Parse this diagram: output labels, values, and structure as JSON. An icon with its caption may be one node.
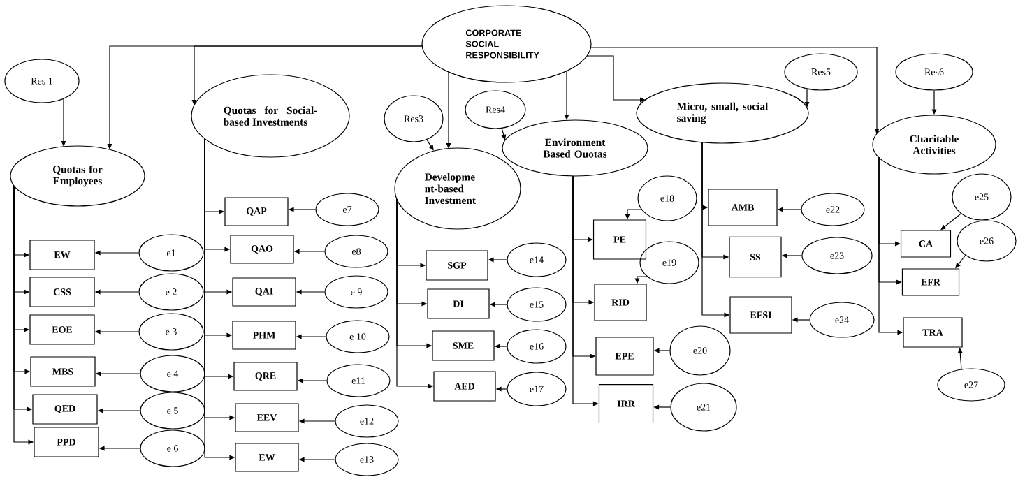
{
  "diagram": {
    "nodes": [
      {
        "text": [
          "CORPORATE SOCIAL RESPONSIBILITY"
        ]
      },
      {
        "text": [
          "Res 1"
        ]
      },
      {
        "text": [
          "Quotas for Employees"
        ]
      },
      {
        "text": [
          "Quotas for Social-based Investments"
        ]
      },
      {
        "text": [
          "Res3"
        ]
      },
      {
        "text": [
          "Res4"
        ]
      },
      {
        "text": [
          "Developme nt-based Investment"
        ]
      },
      {
        "text": [
          "Environment Based Ouotas"
        ]
      },
      {
        "text": [
          "Micro, small, social saving"
        ]
      },
      {
        "text": [
          "Res5"
        ]
      },
      {
        "text": [
          "Res6"
        ]
      },
      {
        "text": [
          "Charitable Activities"
        ]
      },
      {
        "text": [
          "EW"
        ]
      },
      {
        "text": [
          "e1"
        ]
      },
      {
        "text": [
          "CSS"
        ]
      },
      {
        "text": [
          "e 2"
        ]
      },
      {
        "text": [
          "EOE"
        ]
      },
      {
        "text": [
          "e 3"
        ]
      },
      {
        "text": [
          "MBS"
        ]
      },
      {
        "text": [
          "e 4"
        ]
      },
      {
        "text": [
          "QED"
        ]
      },
      {
        "text": [
          "e 5"
        ]
      },
      {
        "text": [
          "PPD"
        ]
      },
      {
        "text": [
          "e 6"
        ]
      },
      {
        "text": [
          "QAP"
        ]
      },
      {
        "text": [
          "e7"
        ]
      },
      {
        "text": [
          "QAO"
        ]
      },
      {
        "text": [
          "e8"
        ]
      },
      {
        "text": [
          "QAI"
        ]
      },
      {
        "text": [
          "e 9"
        ]
      },
      {
        "text": [
          "PHM"
        ]
      },
      {
        "text": [
          "e 10"
        ]
      },
      {
        "text": [
          "QRE"
        ]
      },
      {
        "text": [
          "e11"
        ]
      },
      {
        "text": [
          "EEV"
        ]
      },
      {
        "text": [
          "e12"
        ]
      },
      {
        "text": [
          "EW"
        ]
      },
      {
        "text": [
          "e13"
        ]
      },
      {
        "text": [
          "SGP"
        ]
      },
      {
        "text": [
          "e14"
        ]
      },
      {
        "text": [
          "DI"
        ]
      },
      {
        "text": [
          "e15"
        ]
      },
      {
        "text": [
          "SME"
        ]
      },
      {
        "text": [
          "e16"
        ]
      },
      {
        "text": [
          "AED"
        ]
      },
      {
        "text": [
          "e17"
        ]
      },
      {
        "text": [
          "PE"
        ]
      },
      {
        "text": [
          "e18"
        ]
      },
      {
        "text": [
          "RID"
        ]
      },
      {
        "text": [
          "e19"
        ]
      },
      {
        "text": [
          "EPE"
        ]
      },
      {
        "text": [
          "e20"
        ]
      },
      {
        "text": [
          "IRR"
        ]
      },
      {
        "text": [
          "e21"
        ]
      },
      {
        "text": [
          "AMB"
        ]
      },
      {
        "text": [
          "e22"
        ]
      },
      {
        "text": [
          "SS"
        ]
      },
      {
        "text": [
          "e23"
        ]
      },
      {
        "text": [
          "EFSI"
        ]
      },
      {
        "text": [
          "e24"
        ]
      },
      {
        "text": [
          "CA"
        ]
      },
      {
        "text": [
          "e25"
        ]
      },
      {
        "text": [
          "EFR"
        ]
      },
      {
        "text": [
          "e26"
        ]
      },
      {
        "text": [
          "TRA"
        ]
      },
      {
        "text": [
          "e27"
        ]
      }
    ],
    "edges": [
      {
        "from": 0,
        "to": 2,
        "arrow": "to"
      },
      {
        "from": 0,
        "to": 3,
        "arrow": "to"
      },
      {
        "from": 0,
        "to": 6,
        "arrow": "to"
      },
      {
        "from": 0,
        "to": 7,
        "arrow": "to"
      },
      {
        "from": 0,
        "to": 8,
        "arrow": "to"
      },
      {
        "from": 0,
        "to": 11,
        "arrow": "to"
      },
      {
        "from": 1,
        "to": 2,
        "arrow": "to"
      },
      {
        "from": 4,
        "to": 6,
        "arrow": "to"
      },
      {
        "from": 5,
        "to": 7,
        "arrow": "to"
      },
      {
        "from": 9,
        "to": 8,
        "arrow": "to"
      },
      {
        "from": 10,
        "to": 11,
        "arrow": "to"
      },
      {
        "from": 2,
        "to": 12,
        "arrow": "to"
      },
      {
        "from": 2,
        "to": 14,
        "arrow": "to"
      },
      {
        "from": 2,
        "to": 16,
        "arrow": "to"
      },
      {
        "from": 2,
        "to": 18,
        "arrow": "to"
      },
      {
        "from": 2,
        "to": 20,
        "arrow": "to"
      },
      {
        "from": 2,
        "to": 22,
        "arrow": "to"
      },
      {
        "from": 3,
        "to": 24,
        "arrow": "to"
      },
      {
        "from": 3,
        "to": 26,
        "arrow": "to"
      },
      {
        "from": 3,
        "to": 28,
        "arrow": "to"
      },
      {
        "from": 3,
        "to": 30,
        "arrow": "to"
      },
      {
        "from": 3,
        "to": 32,
        "arrow": "to"
      },
      {
        "from": 3,
        "to": 34,
        "arrow": "to"
      },
      {
        "from": 3,
        "to": 36,
        "arrow": "to"
      },
      {
        "from": 6,
        "to": 38,
        "arrow": "to"
      },
      {
        "from": 6,
        "to": 40,
        "arrow": "to"
      },
      {
        "from": 6,
        "to": 42,
        "arrow": "to"
      },
      {
        "from": 6,
        "to": 44,
        "arrow": "to"
      },
      {
        "from": 7,
        "to": 46,
        "arrow": "to"
      },
      {
        "from": 7,
        "to": 48,
        "arrow": "to"
      },
      {
        "from": 7,
        "to": 50,
        "arrow": "to"
      },
      {
        "from": 7,
        "to": 52,
        "arrow": "to"
      },
      {
        "from": 8,
        "to": 54,
        "arrow": "to"
      },
      {
        "from": 8,
        "to": 56,
        "arrow": "to"
      },
      {
        "from": 8,
        "to": 58,
        "arrow": "to"
      },
      {
        "from": 11,
        "to": 60,
        "arrow": "to"
      },
      {
        "from": 11,
        "to": 62,
        "arrow": "to"
      },
      {
        "from": 11,
        "to": 64,
        "arrow": "to"
      },
      {
        "from": 13,
        "to": 12,
        "arrow": "to"
      },
      {
        "from": 15,
        "to": 14,
        "arrow": "to"
      },
      {
        "from": 17,
        "to": 16,
        "arrow": "to"
      },
      {
        "from": 19,
        "to": 18,
        "arrow": "to"
      },
      {
        "from": 21,
        "to": 20,
        "arrow": "to"
      },
      {
        "from": 23,
        "to": 22,
        "arrow": "to"
      },
      {
        "from": 25,
        "to": 24,
        "arrow": "to"
      },
      {
        "from": 27,
        "to": 26,
        "arrow": "to"
      },
      {
        "from": 29,
        "to": 28,
        "arrow": "to"
      },
      {
        "from": 31,
        "to": 30,
        "arrow": "to"
      },
      {
        "from": 33,
        "to": 32,
        "arrow": "to"
      },
      {
        "from": 35,
        "to": 34,
        "arrow": "to"
      },
      {
        "from": 37,
        "to": 36,
        "arrow": "to"
      },
      {
        "from": 39,
        "to": 38,
        "arrow": "to"
      },
      {
        "from": 41,
        "to": 40,
        "arrow": "to"
      },
      {
        "from": 43,
        "to": 42,
        "arrow": "to"
      },
      {
        "from": 45,
        "to": 44,
        "arrow": "to"
      },
      {
        "from": 47,
        "to": 46,
        "arrow": "to"
      },
      {
        "from": 49,
        "to": 48,
        "arrow": "to"
      },
      {
        "from": 51,
        "to": 50,
        "arrow": "to"
      },
      {
        "from": 53,
        "to": 52,
        "arrow": "to"
      },
      {
        "from": 55,
        "to": 54,
        "arrow": "to"
      },
      {
        "from": 57,
        "to": 56,
        "arrow": "to"
      },
      {
        "from": 59,
        "to": 58,
        "arrow": "to"
      },
      {
        "from": 61,
        "to": 60,
        "arrow": "to"
      },
      {
        "from": 63,
        "to": 62,
        "arrow": "to"
      },
      {
        "from": 65,
        "to": 64,
        "arrow": "to"
      }
    ]
  }
}
